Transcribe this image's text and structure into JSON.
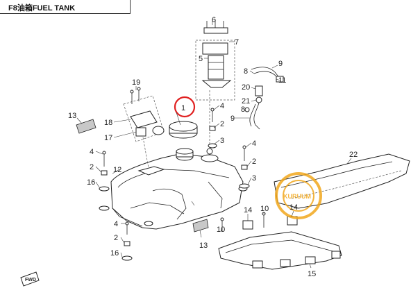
{
  "header": {
    "title": "F8油箱FUEL TANK"
  },
  "callouts": {
    "c1": "1",
    "c2a": "2",
    "c2b": "2",
    "c2c": "2",
    "c2d": "2",
    "c3a": "3",
    "c3b": "3",
    "c4a": "4",
    "c4b": "4",
    "c4c": "4",
    "c4d": "4",
    "c5": "5",
    "c6": "6",
    "c7": "7",
    "c8a": "8",
    "c8b": "8",
    "c9a": "9",
    "c9b": "9",
    "c10": "10",
    "c11": "11",
    "c12": "12",
    "c13a": "13",
    "c13b": "13",
    "c14a": "14",
    "c14b": "14",
    "c15": "15",
    "c16a": "16",
    "c16b": "16",
    "c17": "17",
    "c18": "18",
    "c19": "19",
    "c20": "20",
    "c21": "21",
    "c22": "22"
  },
  "watermark": {
    "text": "KURUUM"
  },
  "direction_badge": {
    "text": "FWD"
  },
  "colors": {
    "highlight_circle": "#e02020",
    "watermark": "#f2a81d",
    "line": "#222222"
  }
}
